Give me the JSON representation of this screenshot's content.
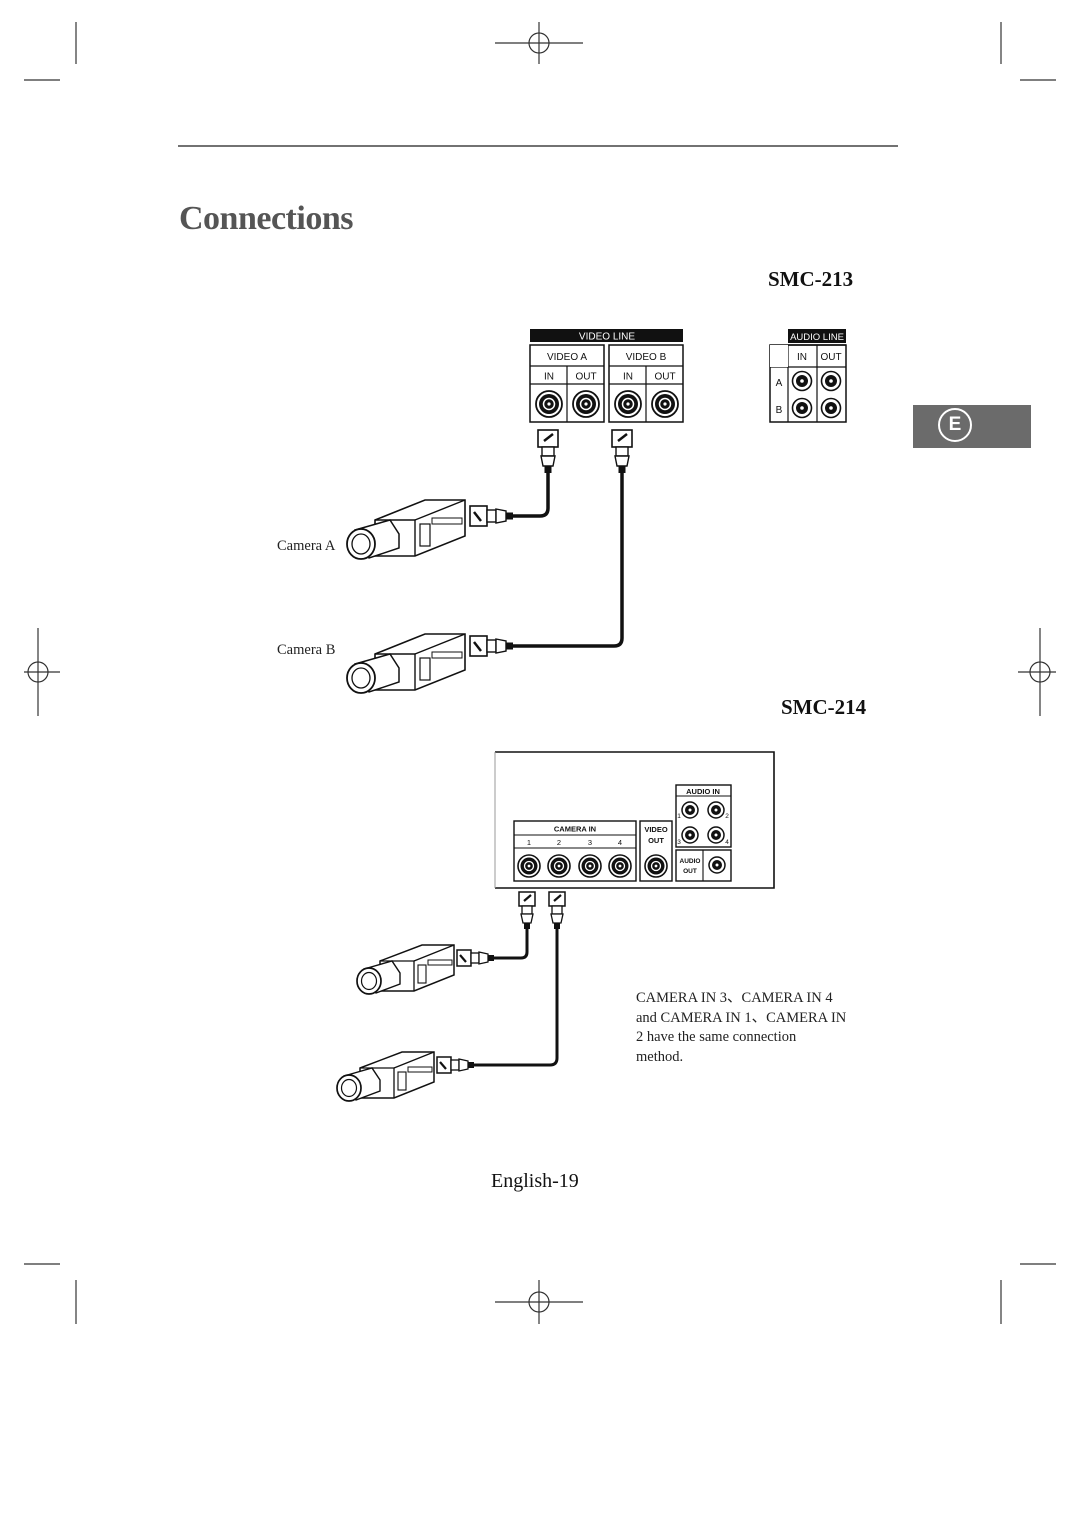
{
  "page": {
    "title": "Connections",
    "page_number": "English-19",
    "language_tab": "E"
  },
  "smc213": {
    "model": "SMC-213",
    "video_panel": {
      "header": "VIDEO LINE",
      "group_a": "VIDEO A",
      "group_b": "VIDEO B",
      "in": "IN",
      "out": "OUT"
    },
    "audio_panel": {
      "header": "AUDIO LINE",
      "in": "IN",
      "out": "OUT",
      "row_a": "A",
      "row_b": "B"
    },
    "camera_a": "Camera A",
    "camera_b": "Camera B"
  },
  "smc214": {
    "model": "SMC-214",
    "camera_in": {
      "header": "CAMERA IN",
      "ports": [
        "1",
        "2",
        "3",
        "4"
      ]
    },
    "video_out": [
      "VIDEO",
      "OUT"
    ],
    "audio_in": {
      "header": "AUDIO IN",
      "ports": [
        "1",
        "2",
        "3",
        "4"
      ]
    },
    "audio_out": [
      "AUDIO",
      "OUT"
    ],
    "note_lines": [
      "CAMERA IN 3、CAMERA IN 4",
      "and CAMERA IN 1、CAMERA IN",
      "2 have  the same connection",
      "method."
    ]
  }
}
